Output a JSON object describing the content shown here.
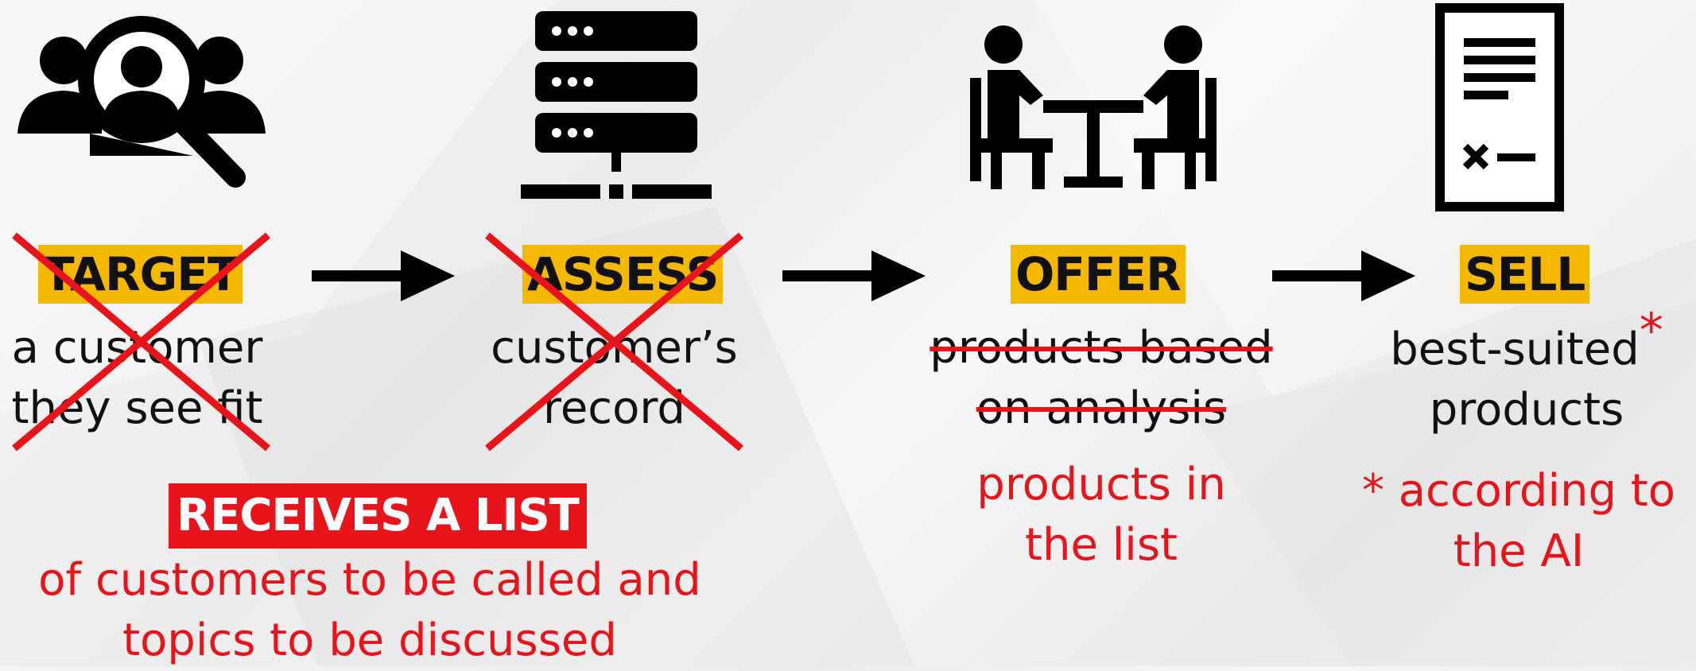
{
  "steps": [
    {
      "label": "TARGET",
      "line1": "a customer",
      "line2": "they see fit",
      "icon": "search-people-icon"
    },
    {
      "label": "ASSESS",
      "line1": "customer’s",
      "line2": "record",
      "icon": "server-icon"
    },
    {
      "label": "OFFER",
      "line1": "products based",
      "line2": "on analysis",
      "icon": "meeting-table-icon"
    },
    {
      "label": "SELL",
      "line1": "best-suited",
      "line2": "products",
      "icon": "contract-icon",
      "asterisk": "*"
    }
  ],
  "notes": {
    "list_banner": "RECEIVES A LIST",
    "list_line1": "of customers to be called and",
    "list_line2": "topics to be discussed",
    "offer_line1": "products in",
    "offer_line2": "the list",
    "sell_line1": "* according to",
    "sell_line2": "the AI"
  },
  "colors": {
    "highlight": "#f5b800",
    "red": "#e8141c",
    "ink": "#111111"
  }
}
